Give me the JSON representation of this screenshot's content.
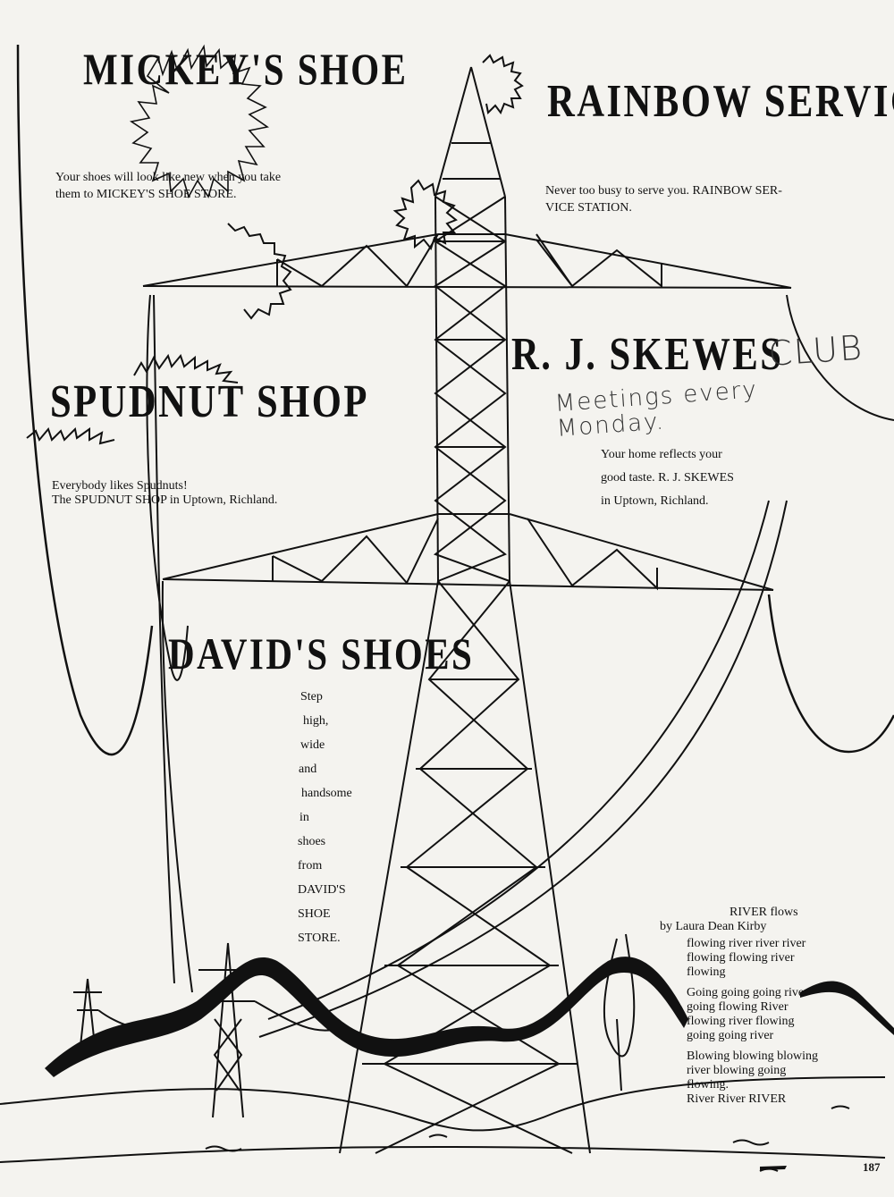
{
  "ads": {
    "mickeys": {
      "title": "MICKEY'S SHOE",
      "body": [
        "Your shoes will look like new when you take",
        "them to MICKEY'S SHOE STORE."
      ]
    },
    "rainbow": {
      "title": "RAINBOW SERVICE",
      "body": [
        "Never too busy to serve you. RAINBOW SER-",
        "VICE STATION."
      ]
    },
    "skewes": {
      "title": "R. J. SKEWES",
      "body": [
        "Your home reflects your",
        "good taste. R. J. SKEWES",
        "in Uptown, Richland."
      ]
    },
    "spudnut": {
      "title": "SPUDNUT SHOP",
      "body": [
        "Everybody likes Spudnuts!",
        "The SPUDNUT SHOP in Uptown, Richland."
      ]
    },
    "davids": {
      "title": "DAVID'S SHOES",
      "body": [
        "Step",
        "high,",
        "wide",
        "and",
        "handsome",
        "in",
        "shoes",
        "from",
        "DAVID'S",
        "SHOE",
        "STORE."
      ]
    }
  },
  "handwriting": {
    "club": "CLUB",
    "meetings": [
      "Meetings every",
      "Monday."
    ]
  },
  "poem": {
    "title": "RIVER flows",
    "byline": "by Laura Dean Kirby",
    "stanzas": [
      [
        "flowing river river river",
        "flowing flowing river",
        "flowing"
      ],
      [
        "Going going going river",
        "going flowing River",
        "flowing river flowing",
        "going going river"
      ],
      [
        "Blowing blowing blowing",
        "river blowing going",
        "flowing.",
        "River River RIVER"
      ]
    ]
  },
  "page_number": "187",
  "ink_color": "#111111",
  "paper_color": "#f4f3ef"
}
